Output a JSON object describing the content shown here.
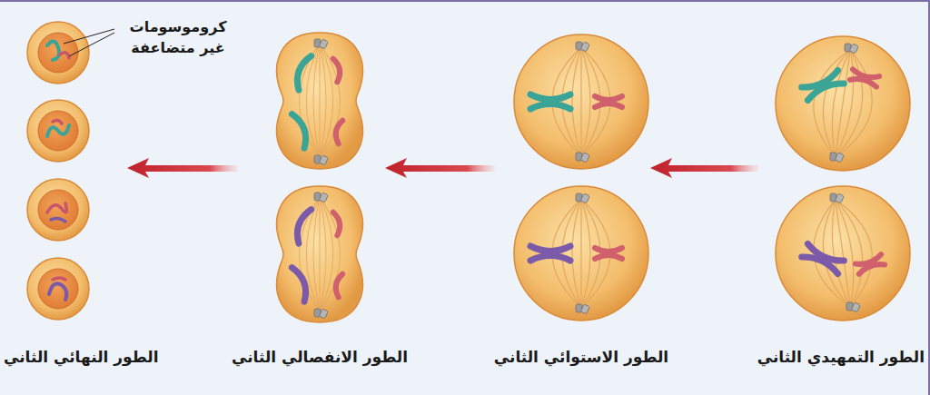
{
  "diagram": {
    "labels": [
      "كروموسومات غير متضاعفة",
      "الطور التمهيدي الثاني",
      "الطور الاستوائي الثاني",
      "الطور الانفصالي الثاني",
      "الطور النهائي الثاني"
    ]
  }
}
